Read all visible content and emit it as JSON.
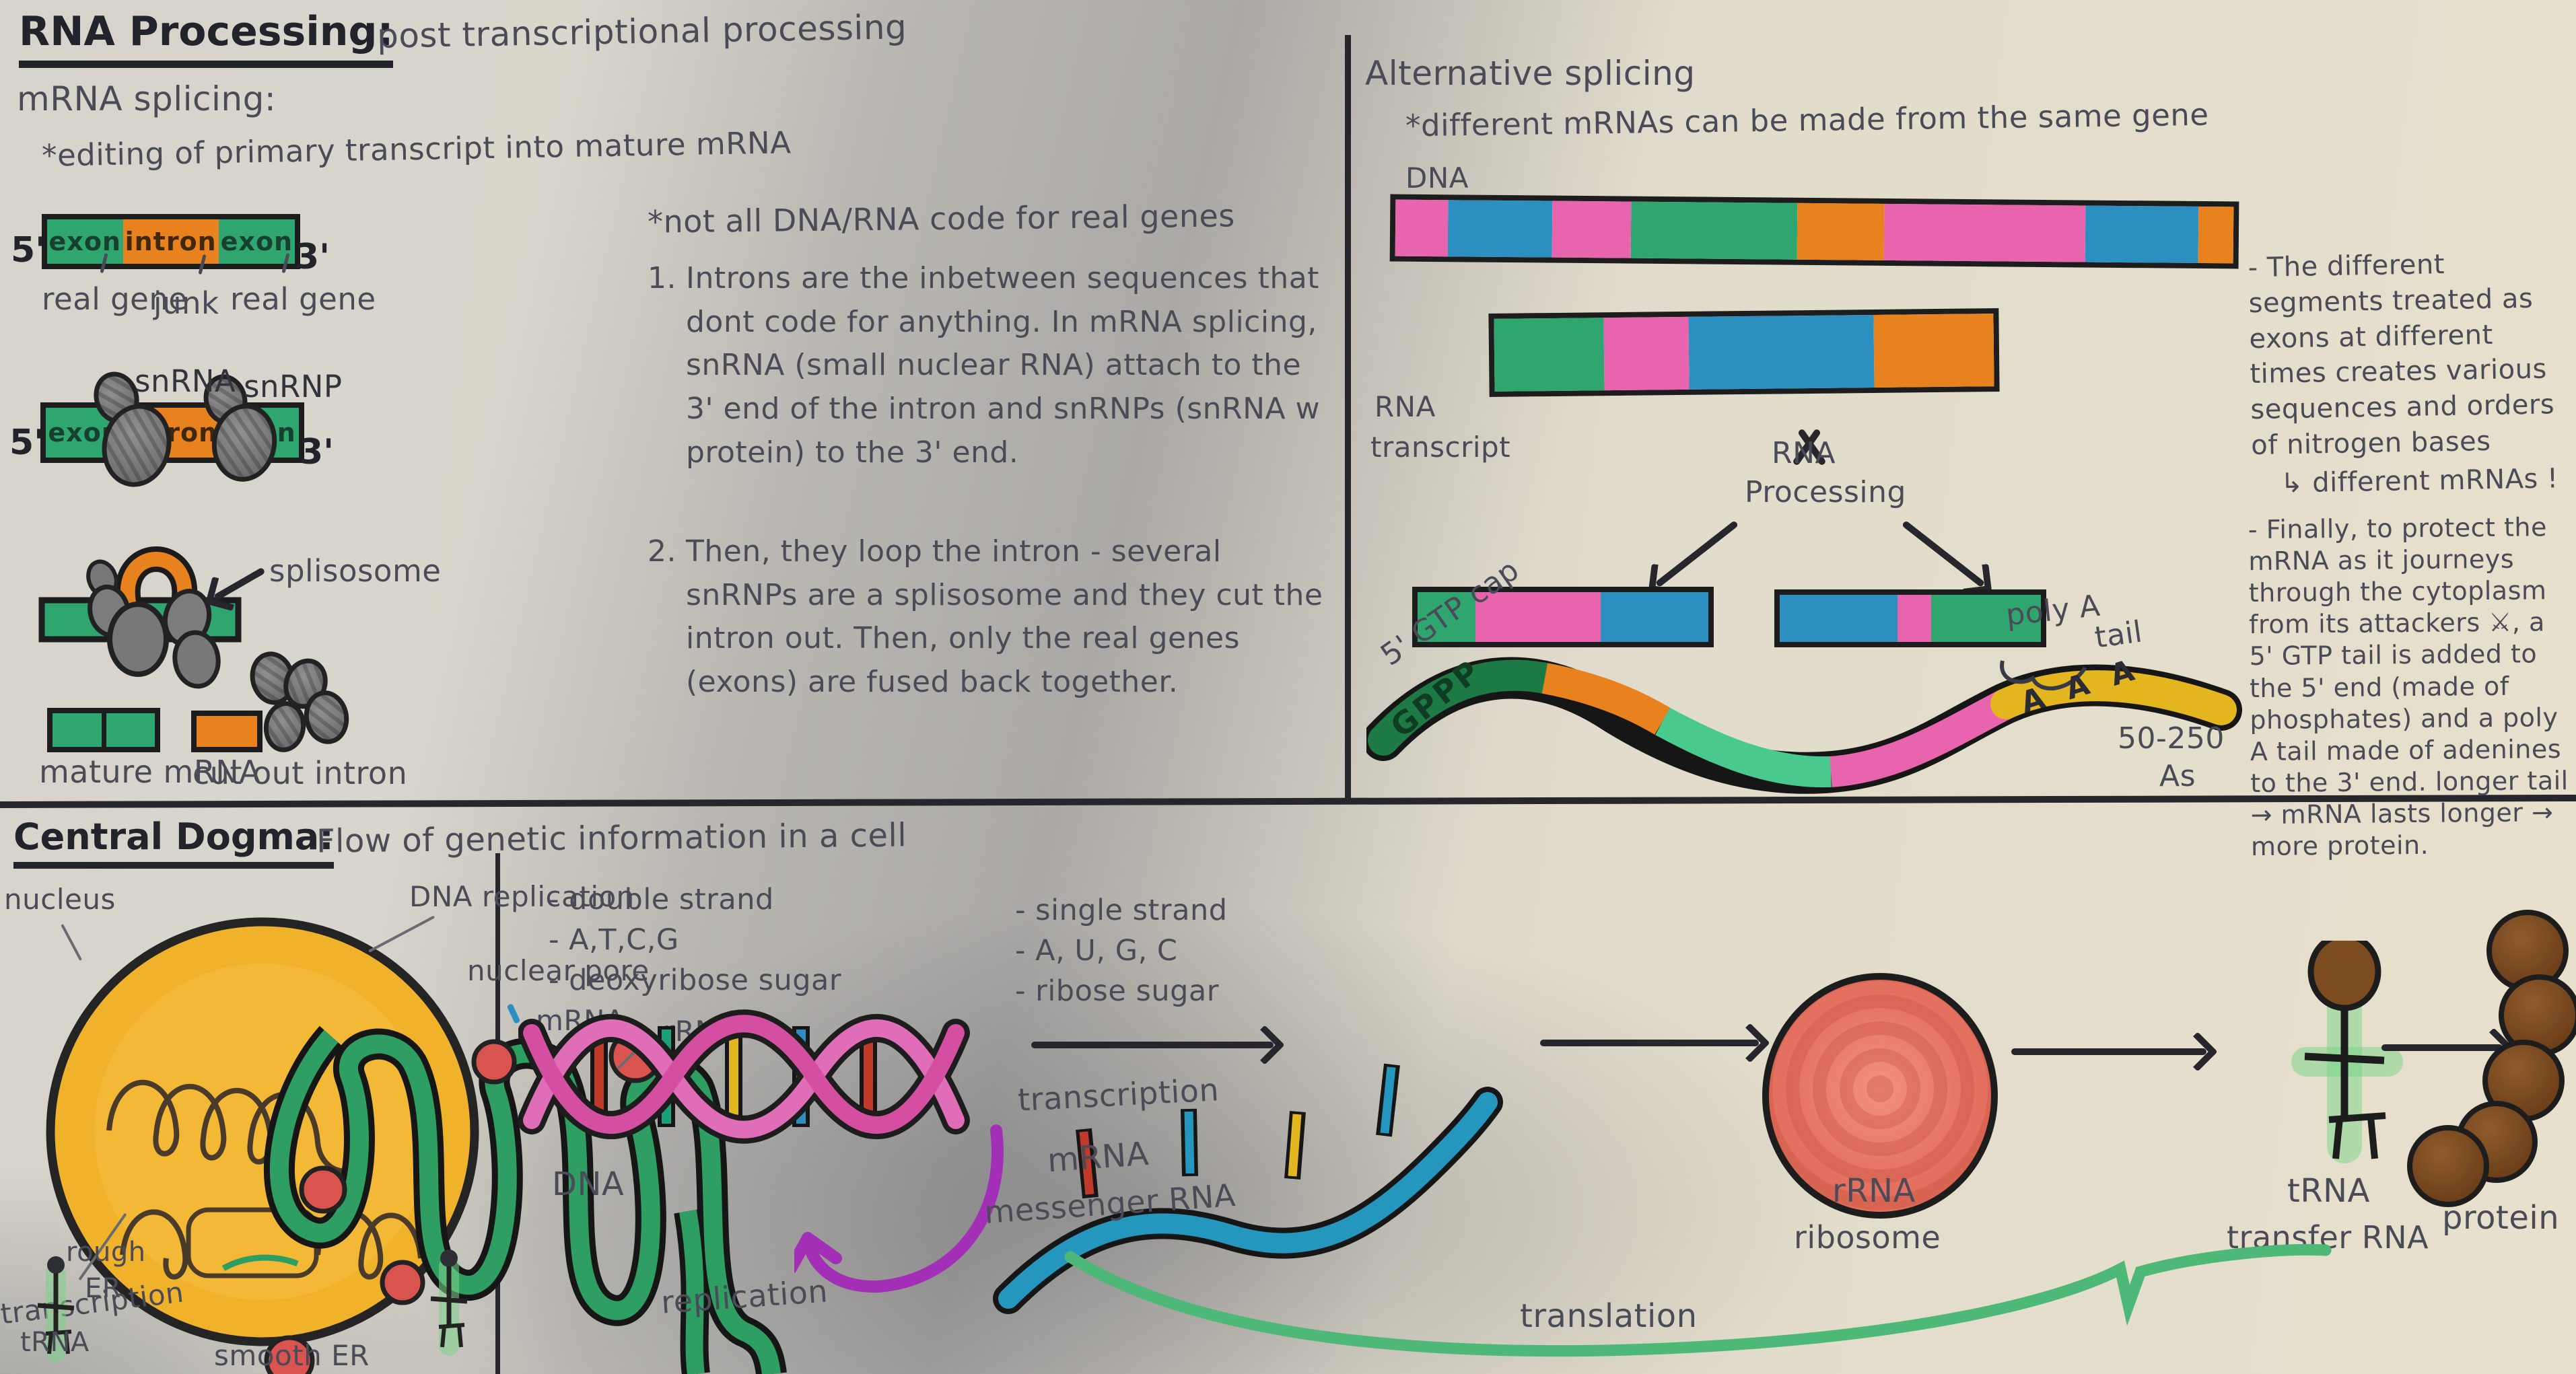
{
  "header": {
    "title": "RNA Processing:",
    "subtitle": "post transcriptional processing"
  },
  "splicing": {
    "heading": "mRNA splicing:",
    "note": "*editing of primary transcript into mature mRNA",
    "five": "5'",
    "three": "3'",
    "d1_labels": [
      "real gene",
      "junk",
      "real gene"
    ],
    "snrna": "snRNA",
    "snrnp": "snRNP",
    "spliceosome": "splisosome",
    "mature": "mature mRNA",
    "cut": "cut out intron",
    "star": "*not all DNA/RNA code for real genes",
    "p1n": "1.",
    "p1": "Introns are the inbetween sequences that dont code for anything. In mRNA splicing, snRNA (small nuclear RNA) attach to the 3' end of the intron and snRNPs (snRNA w protein) to the 3' end.",
    "p2n": "2.",
    "p2": "Then, they loop the intron - several snRNPs are a splisosome and they cut the intron out. Then, only the real genes (exons) are fused back together."
  },
  "alt": {
    "heading": "Alternative splicing",
    "note": "*different mRNAs can be made from the same gene",
    "dna_label": "DNA",
    "rna_label1": "RNA",
    "rna_label2": "transcript",
    "proc1": "RNA",
    "proc2": "Processing",
    "cap_label": "5' GTP cap",
    "gppp": "GPPP",
    "polya1": "poly A",
    "polya2": "tail",
    "aaa": "A A A",
    "as1": "50-250",
    "as2": "As",
    "note1": "- The different segments treated as exons at different times creates various sequences and orders of nitrogen bases",
    "note1b": "↳ different mRNAs !",
    "note2": "- Finally, to protect the mRNA as it journeys through the cytoplasm from its attackers ⚔, a 5' GTP tail is added to the 5' end (made of phosphates) and a poly A tail made of adenines to the 3' end. longer tail → mRNA lasts longer → more protein."
  },
  "central": {
    "heading": "Central Dogma:",
    "subtitle": "Flow of genetic information in a cell",
    "nucleus": "nucleus",
    "dna_rep": "DNA replication",
    "pore": "nuclear pore",
    "mrna_s": "mRNA",
    "rrna_s": "rRNA",
    "transcription_l": "transcription",
    "rough1": "rough",
    "rough2": "ER",
    "trna_s": "tRNA",
    "smooth": "smooth ER",
    "dna_notes": [
      "- double strand",
      "- A,T,C,G",
      "- deoxyribose sugar"
    ],
    "dna": "DNA",
    "transcription": "transcription",
    "replication": "replication",
    "mrna_notes": [
      "- single strand",
      "- A, U, G, C",
      "- ribose sugar"
    ],
    "mrna1": "mRNA",
    "mrna2": "messenger RNA",
    "rrna1": "rRNA",
    "rrna2": "ribosome",
    "trna1": "tRNA",
    "trna2": "transfer RNA",
    "protein": "protein",
    "translation": "translation"
  },
  "bars": {
    "d1": [
      {
        "color": "#2fa56f",
        "w": 30,
        "label": "exon",
        "tc": "#17402e"
      },
      {
        "color": "#e8821e",
        "w": 36,
        "label": "intron",
        "tc": "#41280d"
      },
      {
        "color": "#2fa56f",
        "w": 34,
        "label": "exon",
        "tc": "#17402e"
      }
    ],
    "d2": [
      {
        "color": "#2fa56f",
        "w": 27,
        "label": "exon",
        "tc": "#17402e"
      },
      {
        "color": "#e8821e",
        "w": 39,
        "label": "intron",
        "tc": "#41280d"
      },
      {
        "color": "#2fa56f",
        "w": 34,
        "label": "exon",
        "tc": "#17402e"
      }
    ],
    "mature": [
      {
        "color": "#2fa56f",
        "w": 50
      },
      {
        "color": "#2fa56f",
        "w": 50,
        "bl": 1
      }
    ],
    "cut": [
      {
        "color": "#e8821e",
        "w": 100
      }
    ],
    "alt_dna": [
      {
        "color": "#e964ae",
        "w": 6
      },
      {
        "color": "#2d8fc0",
        "w": 12
      },
      {
        "color": "#e964ae",
        "w": 9
      },
      {
        "color": "#2fa56f",
        "w": 19
      },
      {
        "color": "#e8821e",
        "w": 10
      },
      {
        "color": "#e964ae",
        "w": 23
      },
      {
        "color": "#2d8fc0",
        "w": 13
      },
      {
        "color": "#e8821e",
        "w": 4
      }
    ],
    "alt_rna": [
      {
        "color": "#2fa56f",
        "w": 22
      },
      {
        "color": "#e964ae",
        "w": 17
      },
      {
        "color": "#2d8fc0",
        "w": 37
      },
      {
        "color": "#e8821e",
        "w": 24
      }
    ],
    "resA": [
      {
        "color": "#2fa56f",
        "w": 20
      },
      {
        "color": "#e964ae",
        "w": 43
      },
      {
        "color": "#2d8fc0",
        "w": 37
      }
    ],
    "resB": [
      {
        "color": "#2d8fc0",
        "w": 45
      },
      {
        "color": "#e964ae",
        "w": 13
      },
      {
        "color": "#2fa56f",
        "w": 42
      }
    ]
  }
}
